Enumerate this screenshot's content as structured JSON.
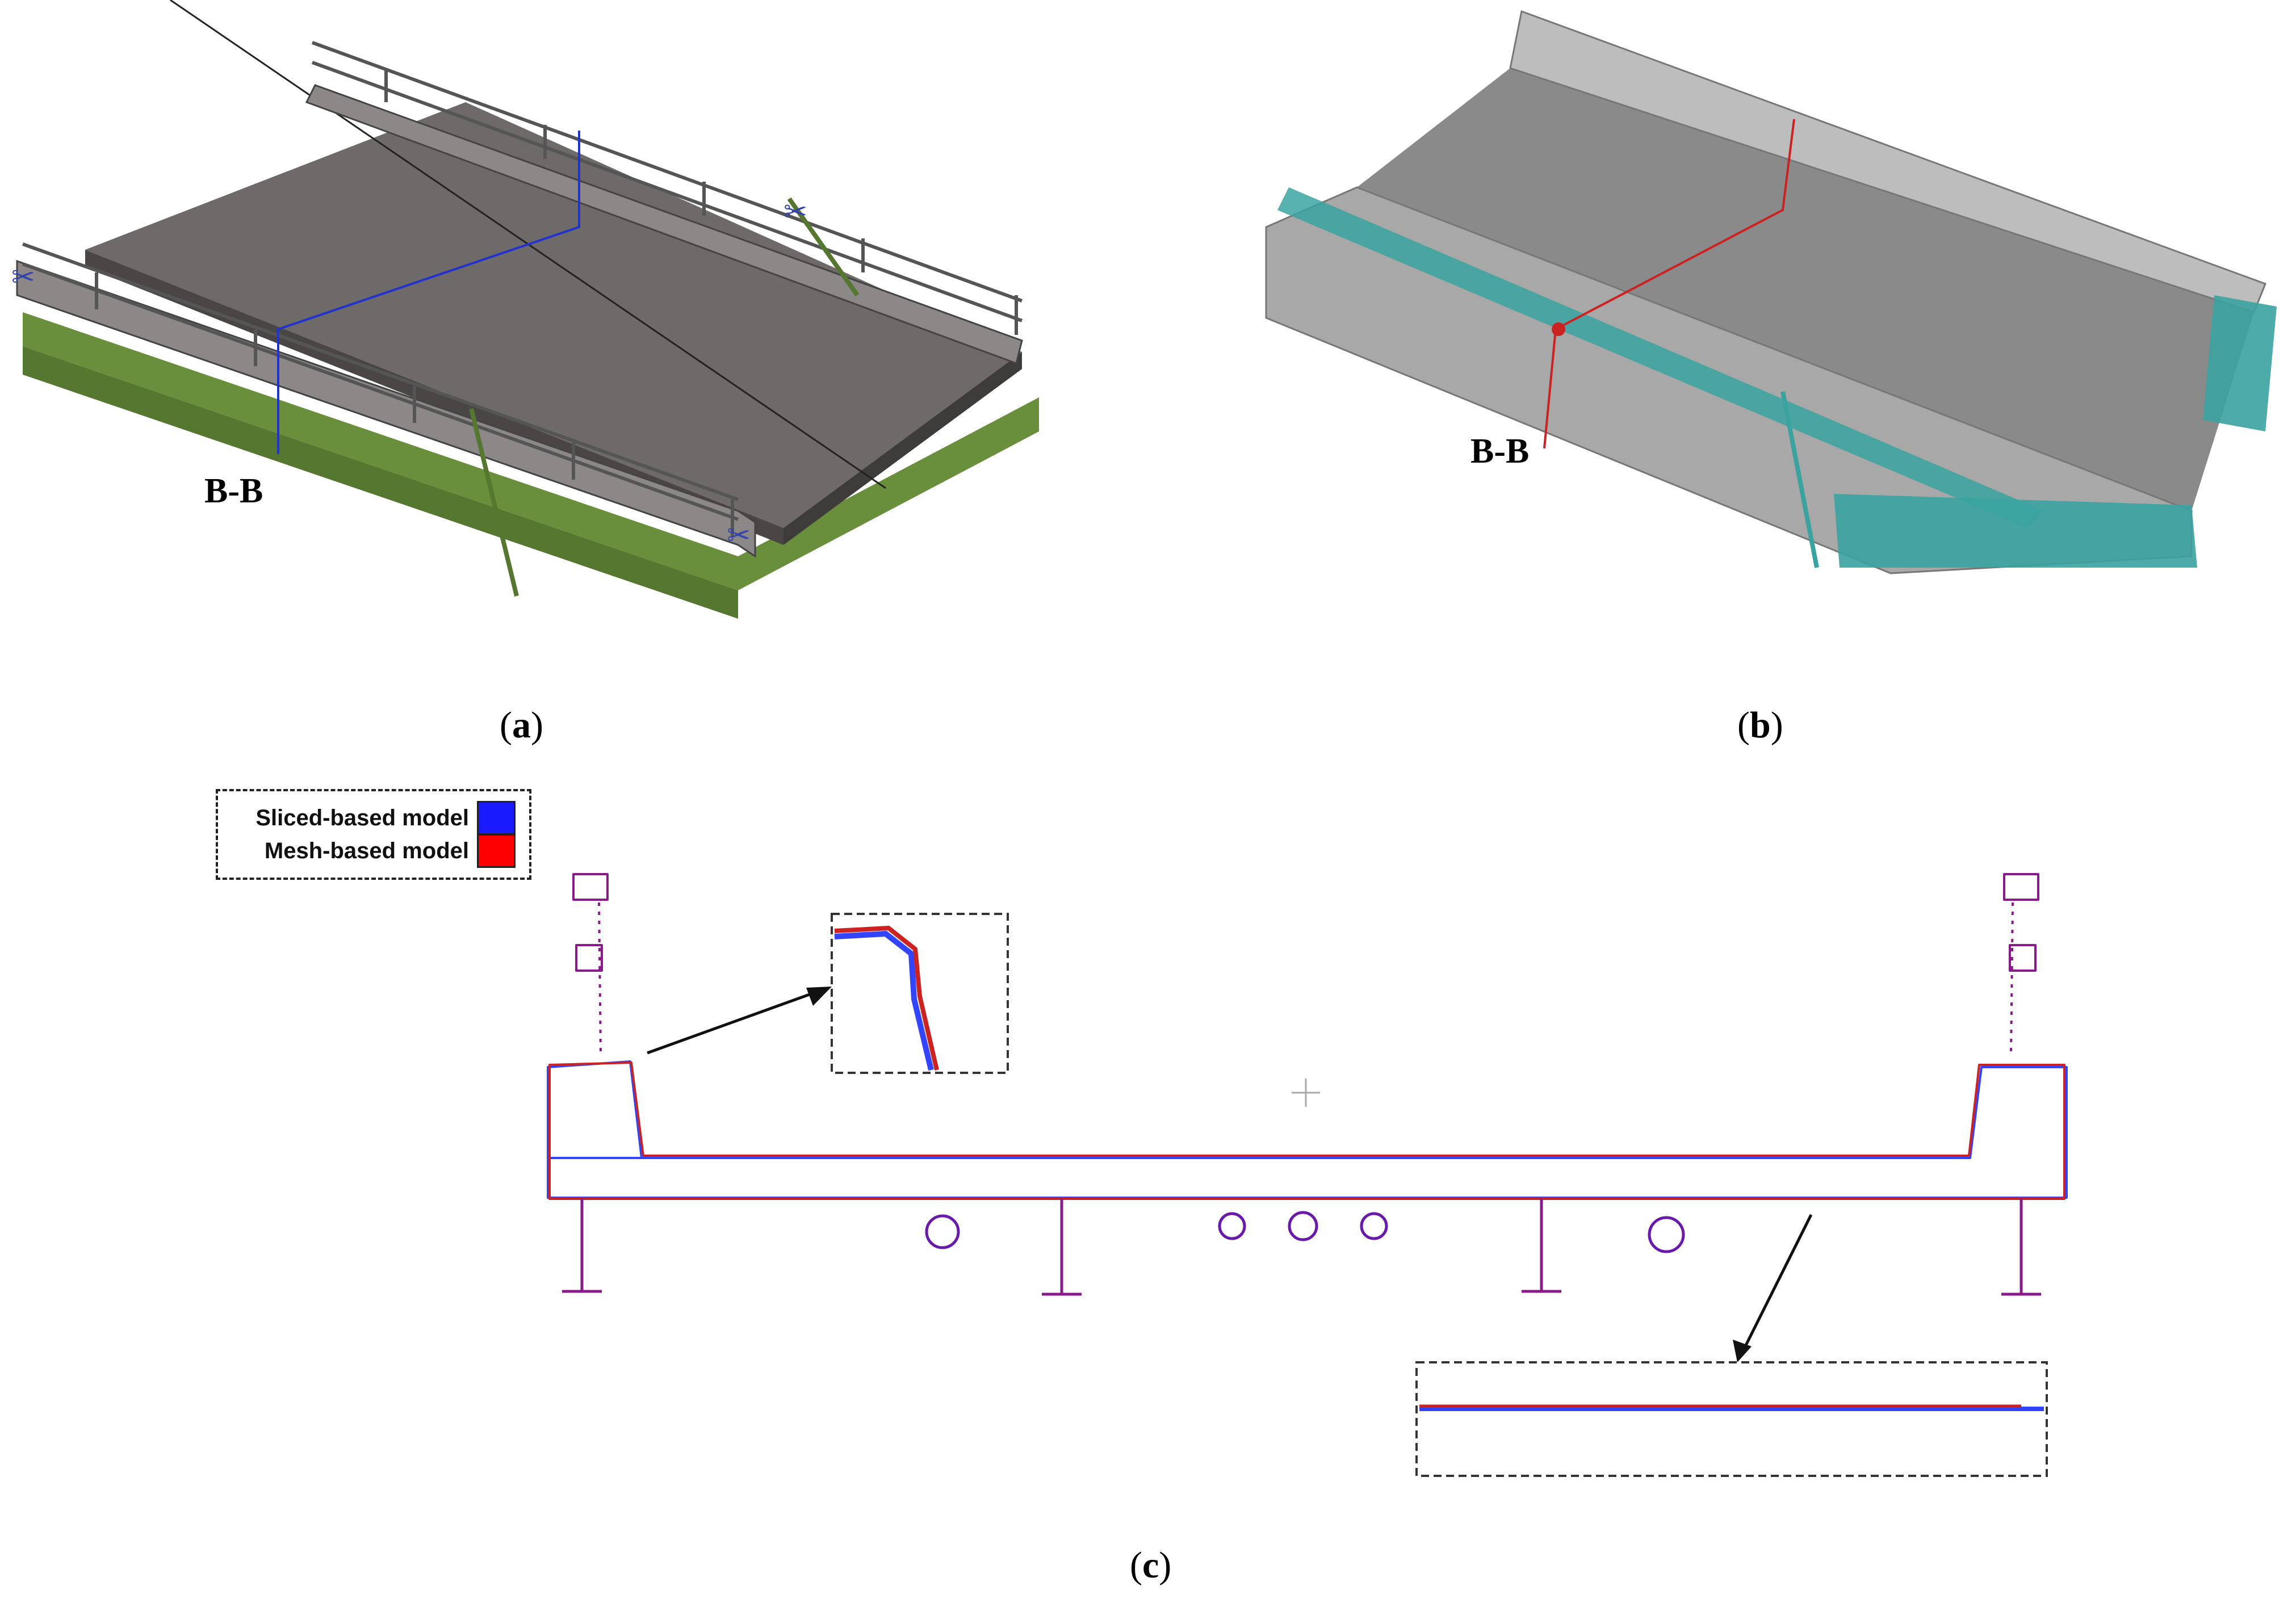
{
  "panels": {
    "a": {
      "open": "(",
      "letter": "a",
      "close": ")",
      "section_label": "B-B"
    },
    "b": {
      "open": "(",
      "letter": "b",
      "close": ")",
      "section_label": "B-B"
    },
    "c": {
      "open": "(",
      "letter": "c",
      "close": ")"
    }
  },
  "legend": {
    "items": [
      {
        "label": "Sliced-based model",
        "color": "#1a1aff"
      },
      {
        "label": "Mesh-based model",
        "color": "#ff0000"
      }
    ]
  },
  "colors": {
    "deck": "#6f6a6a",
    "girder": "#6a8f3c",
    "section_plane": "#2233cc",
    "mesh_grey": "#9a9a9a",
    "mesh_teal": "#3aa3a0",
    "cut_line": "#cc2222",
    "profile": "#8a1a8a"
  }
}
